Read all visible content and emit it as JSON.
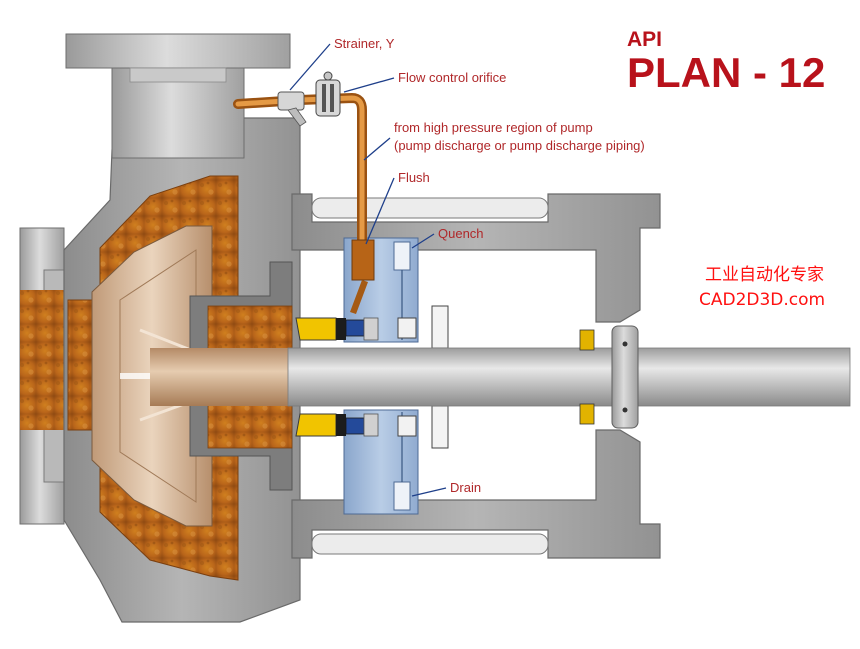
{
  "header": {
    "brand_top": "API",
    "brand_main": "PLAN - 12"
  },
  "watermark": {
    "line1": "工业自动化专家",
    "line2": "CAD2D3D.com"
  },
  "labels": {
    "strainer": "Strainer, Y",
    "orifice": "Flow control orifice",
    "source_line1": "from high pressure region of pump",
    "source_line2": "(pump discharge or pump discharge piping)",
    "flush": "Flush",
    "quench": "Quench",
    "drain": "Drain"
  },
  "colors": {
    "process_fluid": "#c8701e",
    "casing": "#9a9a9a",
    "gland": "#9ab4d6",
    "label_text": "#b0282a",
    "brand": "#b8121b",
    "watermark": "#ff1010"
  }
}
